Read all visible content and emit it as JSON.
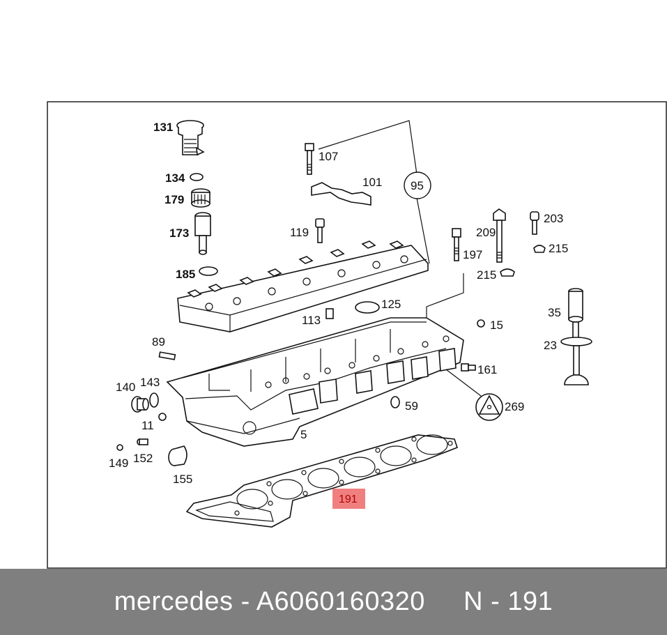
{
  "diagram": {
    "labels": {
      "p131": "131",
      "p134": "134",
      "p179": "179",
      "p173": "173",
      "p185": "185",
      "p107": "107",
      "p101": "101",
      "p95": "95",
      "p119": "119",
      "p209": "209",
      "p203": "203",
      "p197": "197",
      "p215a": "215",
      "p215b": "215",
      "p35": "35",
      "p23": "23",
      "p113": "113",
      "p125": "125",
      "p15": "15",
      "p89": "89",
      "p161": "161",
      "p140": "140",
      "p143": "143",
      "p59": "59",
      "p269": "269",
      "p11": "11",
      "p5": "5",
      "p149": "149",
      "p152": "152",
      "p155": "155",
      "p191": "191"
    },
    "highlight_color": "#f08080"
  },
  "footer": {
    "text": "mercedes - A6060160320     N - 191",
    "background": "#7f7f7f"
  }
}
